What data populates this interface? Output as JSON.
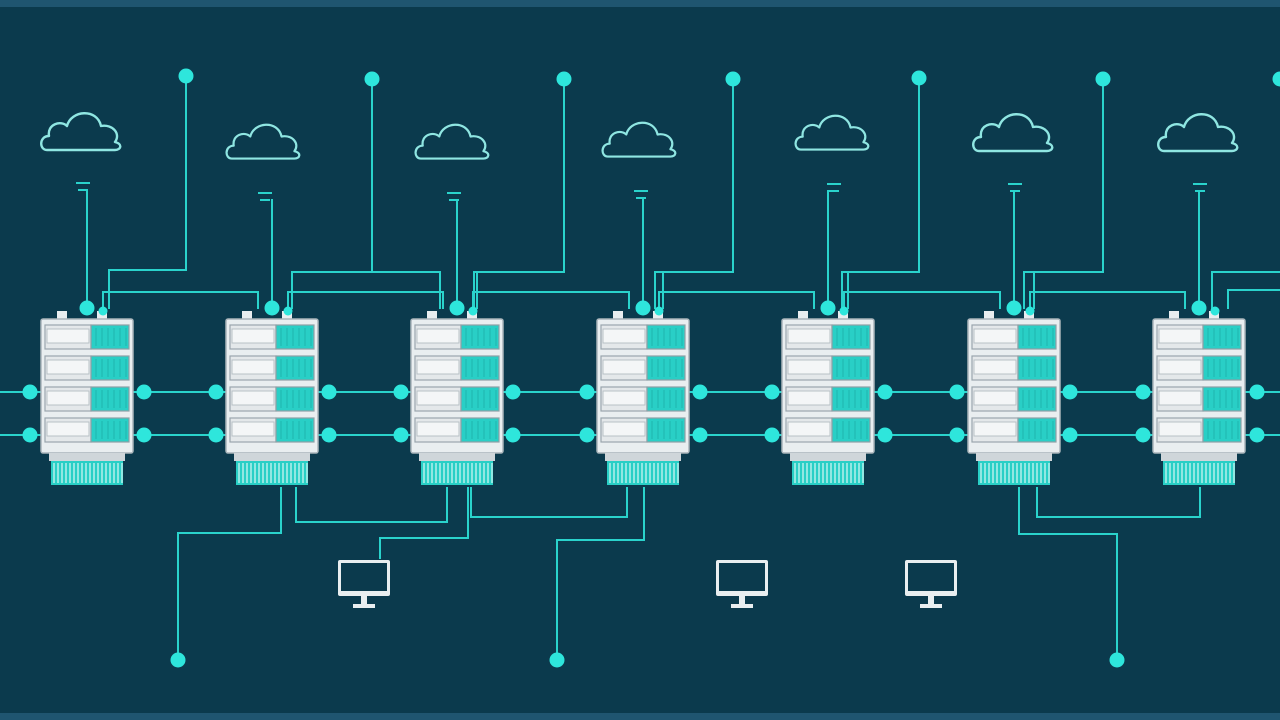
{
  "scene": {
    "description_tag": "server-network-illustration",
    "colors": {
      "background": "#0b3a4d",
      "border_strip": "#1f5570",
      "accent": "#2ee6dc",
      "line": "#2ad3cc",
      "outline": "#8fe6e2",
      "server_body": "#cfd6da",
      "server_frame": "#e9eef0",
      "slot_white": "#e4e8ea",
      "slot_teal": "#29cfc6",
      "monitor_frame": "#e9eef0",
      "monitor_screen": "#0b3a4d"
    },
    "servers": [
      {
        "name": "server-1"
      },
      {
        "name": "server-2"
      },
      {
        "name": "server-3"
      },
      {
        "name": "server-4"
      },
      {
        "name": "server-5"
      },
      {
        "name": "server-6"
      },
      {
        "name": "server-7"
      }
    ],
    "clouds": [
      {
        "name": "cloud-1"
      },
      {
        "name": "cloud-2"
      },
      {
        "name": "cloud-3"
      },
      {
        "name": "cloud-4"
      },
      {
        "name": "cloud-5"
      },
      {
        "name": "cloud-6"
      },
      {
        "name": "cloud-7"
      }
    ],
    "monitors": [
      {
        "name": "monitor-1"
      },
      {
        "name": "monitor-2"
      },
      {
        "name": "monitor-3"
      }
    ]
  }
}
